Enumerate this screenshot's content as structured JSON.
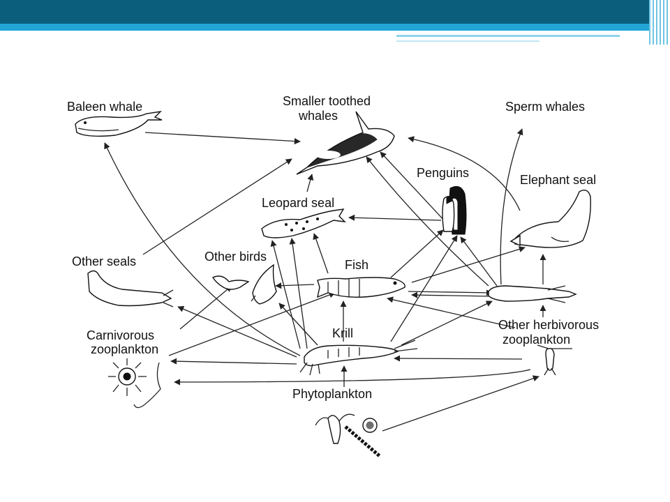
{
  "diagram": {
    "labels": {
      "baleen_whale": "Baleen whale",
      "smaller_toothed_line1": "Smaller toothed",
      "smaller_toothed_line2": "whales",
      "sperm_whales": "Sperm whales",
      "penguins": "Penguins",
      "elephant_seal": "Elephant seal",
      "leopard_seal": "Leopard seal",
      "other_birds": "Other birds",
      "other_seals": "Other seals",
      "fish": "Fish",
      "carnivorous_line1": "Carnivorous",
      "carnivorous_line2": "zooplankton",
      "krill": "Krill",
      "herbivorous_line1": "Other herbivorous",
      "herbivorous_line2": "zooplankton",
      "phytoplankton": "Phytoplankton"
    }
  },
  "theme": {
    "banner_dark": "#0b5f7c",
    "banner_light": "#21a5d6",
    "accent_thin": "#8fd3ee"
  }
}
